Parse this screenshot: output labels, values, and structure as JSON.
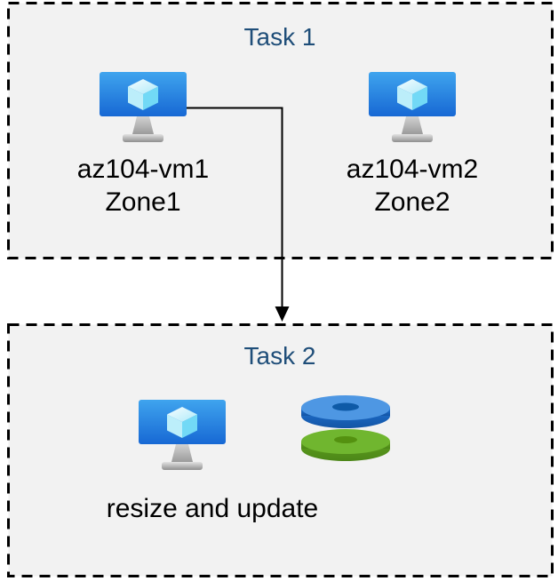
{
  "task1": {
    "title": "Task 1",
    "vms": [
      {
        "name": "az104-vm1",
        "zone": "Zone1"
      },
      {
        "name": "az104-vm2",
        "zone": "Zone2"
      }
    ]
  },
  "task2": {
    "title": "Task 2",
    "caption": "resize and update"
  },
  "icons": {
    "vm": "virtual-machine-icon",
    "disks": "disks-icon",
    "arrow": "down-arrow-connector"
  },
  "colors": {
    "box_background": "#f2f2f2",
    "box_border": "#000000",
    "title_text": "#1f4e79",
    "body_text": "#000000",
    "connector": "#000000",
    "vm_screen_top": "#3fa4ee",
    "vm_screen_bottom": "#1768d4",
    "cube_left_face": "#bceefa",
    "cube_right_face": "#72d9f6",
    "disk_blue_top": "#4e97e3",
    "disk_blue_hole": "#0e5aa7",
    "disk_blue_rim": "#1e6fd0",
    "disk_green_top": "#70b62f",
    "disk_green_hole": "#549110",
    "disk_green_rim": "#5ba01f"
  }
}
